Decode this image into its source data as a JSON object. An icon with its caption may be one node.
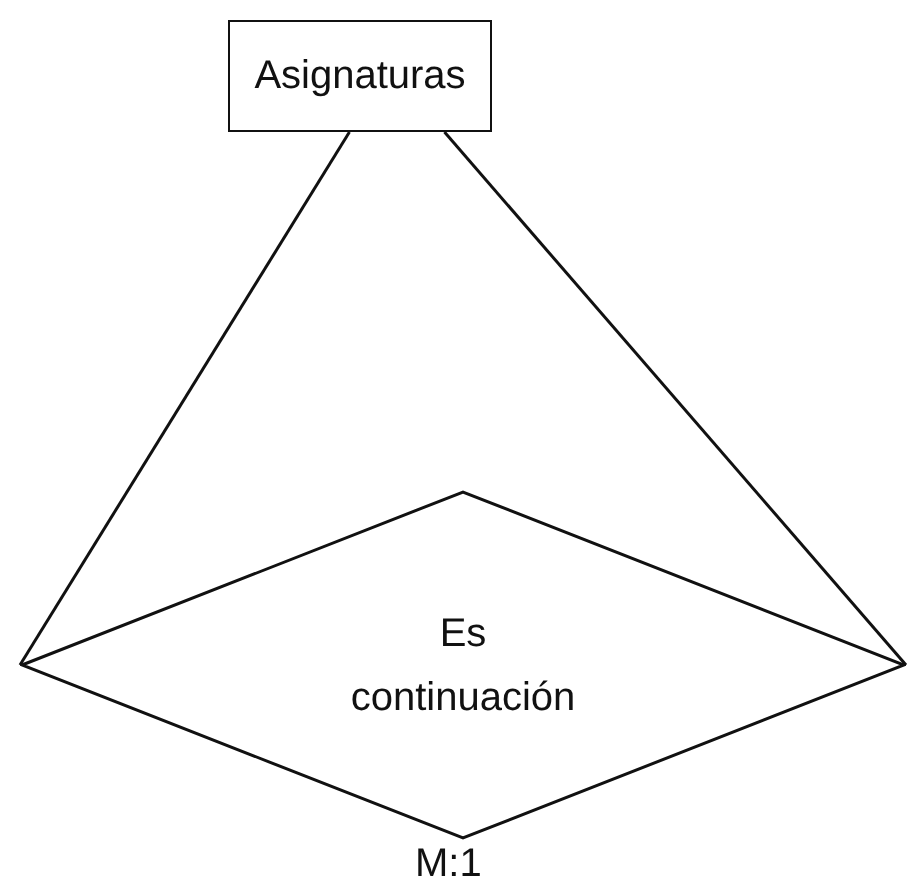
{
  "diagram": {
    "nodes": [
      {
        "text": [
          "Asignaturas"
        ]
      },
      {
        "text": [
          "Es continuación"
        ],
        "beside": [
          "M:1"
        ]
      }
    ],
    "edges": [
      {
        "from": 0,
        "to": 1,
        "arrow": "none"
      },
      {
        "from": 0,
        "to": 1,
        "arrow": "none"
      }
    ]
  }
}
